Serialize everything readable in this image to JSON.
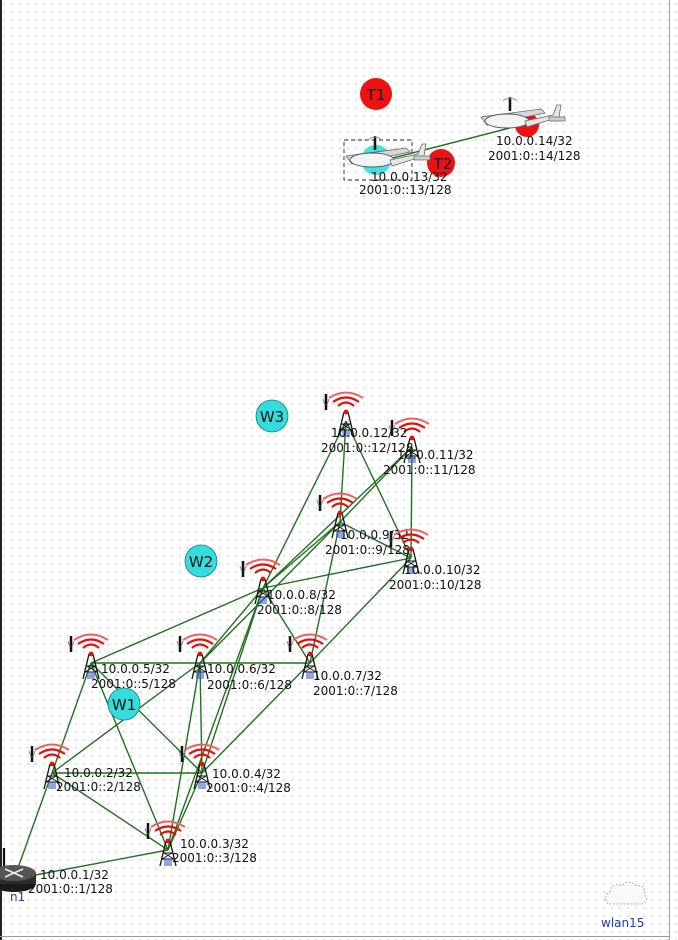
{
  "colors": {
    "link": "#207020",
    "wireless_marker": "#33dddd",
    "target_marker": "#ee1111",
    "label_blue": "#1a3db5"
  },
  "markers": {
    "w1": "W1",
    "w2": "W2",
    "w3": "W3",
    "t1": "T1",
    "t2": "T2"
  },
  "nodes": {
    "n1": {
      "ipv4": "10.0.0.1/32",
      "ipv6": "2001:0::1/128",
      "name": "n1"
    },
    "n2": {
      "ipv4": "10.0.0.2/32",
      "ipv6": "2001:0::2/128"
    },
    "n3": {
      "ipv4": "10.0.0.3/32",
      "ipv6": "2001:0::3/128"
    },
    "n4": {
      "ipv4": "10.0.0.4/32",
      "ipv6": "2001:0::4/128"
    },
    "n5": {
      "ipv4": "10.0.0.5/32",
      "ipv6": "2001:0::5/128"
    },
    "n6": {
      "ipv4": "10.0.0.6/32",
      "ipv6": "2001:0::6/128"
    },
    "n7": {
      "ipv4": "10.0.0.7/32",
      "ipv6": "2001:0::7/128"
    },
    "n8": {
      "ipv4": "10.0.0.8/32",
      "ipv6": "2001:0::8/128"
    },
    "n9": {
      "ipv4": "10.0.0.9/32",
      "ipv6": "2001:0::9/128"
    },
    "n10": {
      "ipv4": "10.0.0.10/32",
      "ipv6": "2001:0::10/128"
    },
    "n11": {
      "ipv4": "10.0.0.11/32",
      "ipv6": "2001:0::11/128"
    },
    "n12": {
      "ipv4": "10.0.0.12/32",
      "ipv6": "2001:0::12/128"
    },
    "n13": {
      "ipv4": "10.0.0.13/32",
      "ipv6": "2001:0::13/128"
    },
    "n14": {
      "ipv4": "10.0.0.14/32",
      "ipv6": "2001:0::14/128"
    }
  },
  "wlan": {
    "name": "wlan15"
  },
  "icons": {
    "router": "router-icon",
    "tower": "wireless-tower-icon",
    "uav": "uav-icon",
    "cloud": "wlan-cloud-icon"
  }
}
